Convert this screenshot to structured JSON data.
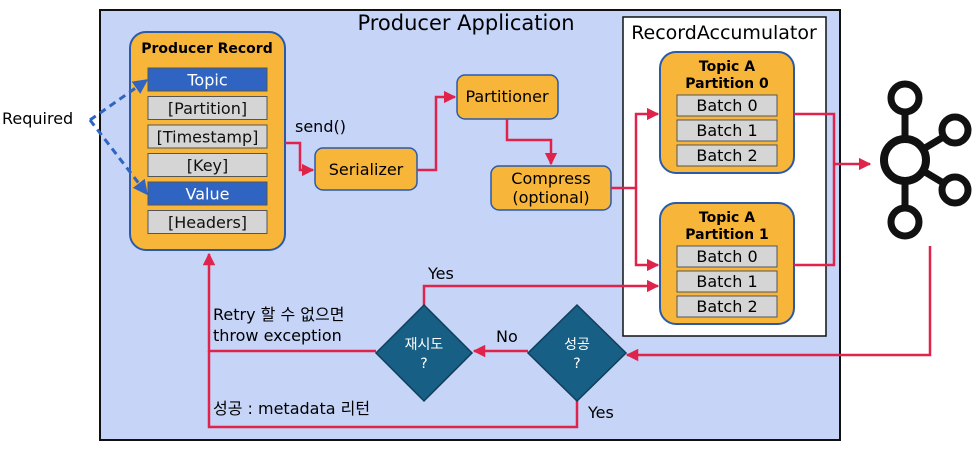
{
  "application_title": "Producer Application",
  "required_label": "Required",
  "producer_record": {
    "title": "Producer Record",
    "fields": [
      {
        "label": "Topic",
        "required": true
      },
      {
        "label": "[Partition]",
        "required": false
      },
      {
        "label": "[Timestamp]",
        "required": false
      },
      {
        "label": "[Key]",
        "required": false
      },
      {
        "label": "Value",
        "required": true
      },
      {
        "label": "[Headers]",
        "required": false
      }
    ]
  },
  "send_label": "send()",
  "serializer_label": "Serializer",
  "partitioner_label": "Partitioner",
  "compress": {
    "line1": "Compress",
    "line2": "(optional)"
  },
  "accumulator": {
    "title": "RecordAccumulator",
    "partitions": [
      {
        "line1": "Topic A",
        "line2": "Partition 0",
        "batches": [
          "Batch 0",
          "Batch 1",
          "Batch 2"
        ]
      },
      {
        "line1": "Topic A",
        "line2": "Partition 1",
        "batches": [
          "Batch 0",
          "Batch 1",
          "Batch 2"
        ]
      }
    ]
  },
  "success_decision": {
    "line1": "성공",
    "line2": "?"
  },
  "retry_decision": {
    "line1": "재시도",
    "line2": "?"
  },
  "labels": {
    "yes_retry": "Yes",
    "no": "No",
    "yes_success": "Yes",
    "retry_fail_line1": "Retry 할 수 없으면",
    "retry_fail_line2": "throw exception",
    "success_return": "성공 : metadata 리턴"
  },
  "colors": {
    "app_background": "#c5d4f7",
    "orange": "#f7b53a",
    "required_field": "#2f64c2",
    "optional_field": "#d5d5d5",
    "diamond": "#185f85",
    "arrow_red": "#e0234b",
    "dashed_blue": "#2f64c2",
    "kafka_black": "#111111"
  }
}
